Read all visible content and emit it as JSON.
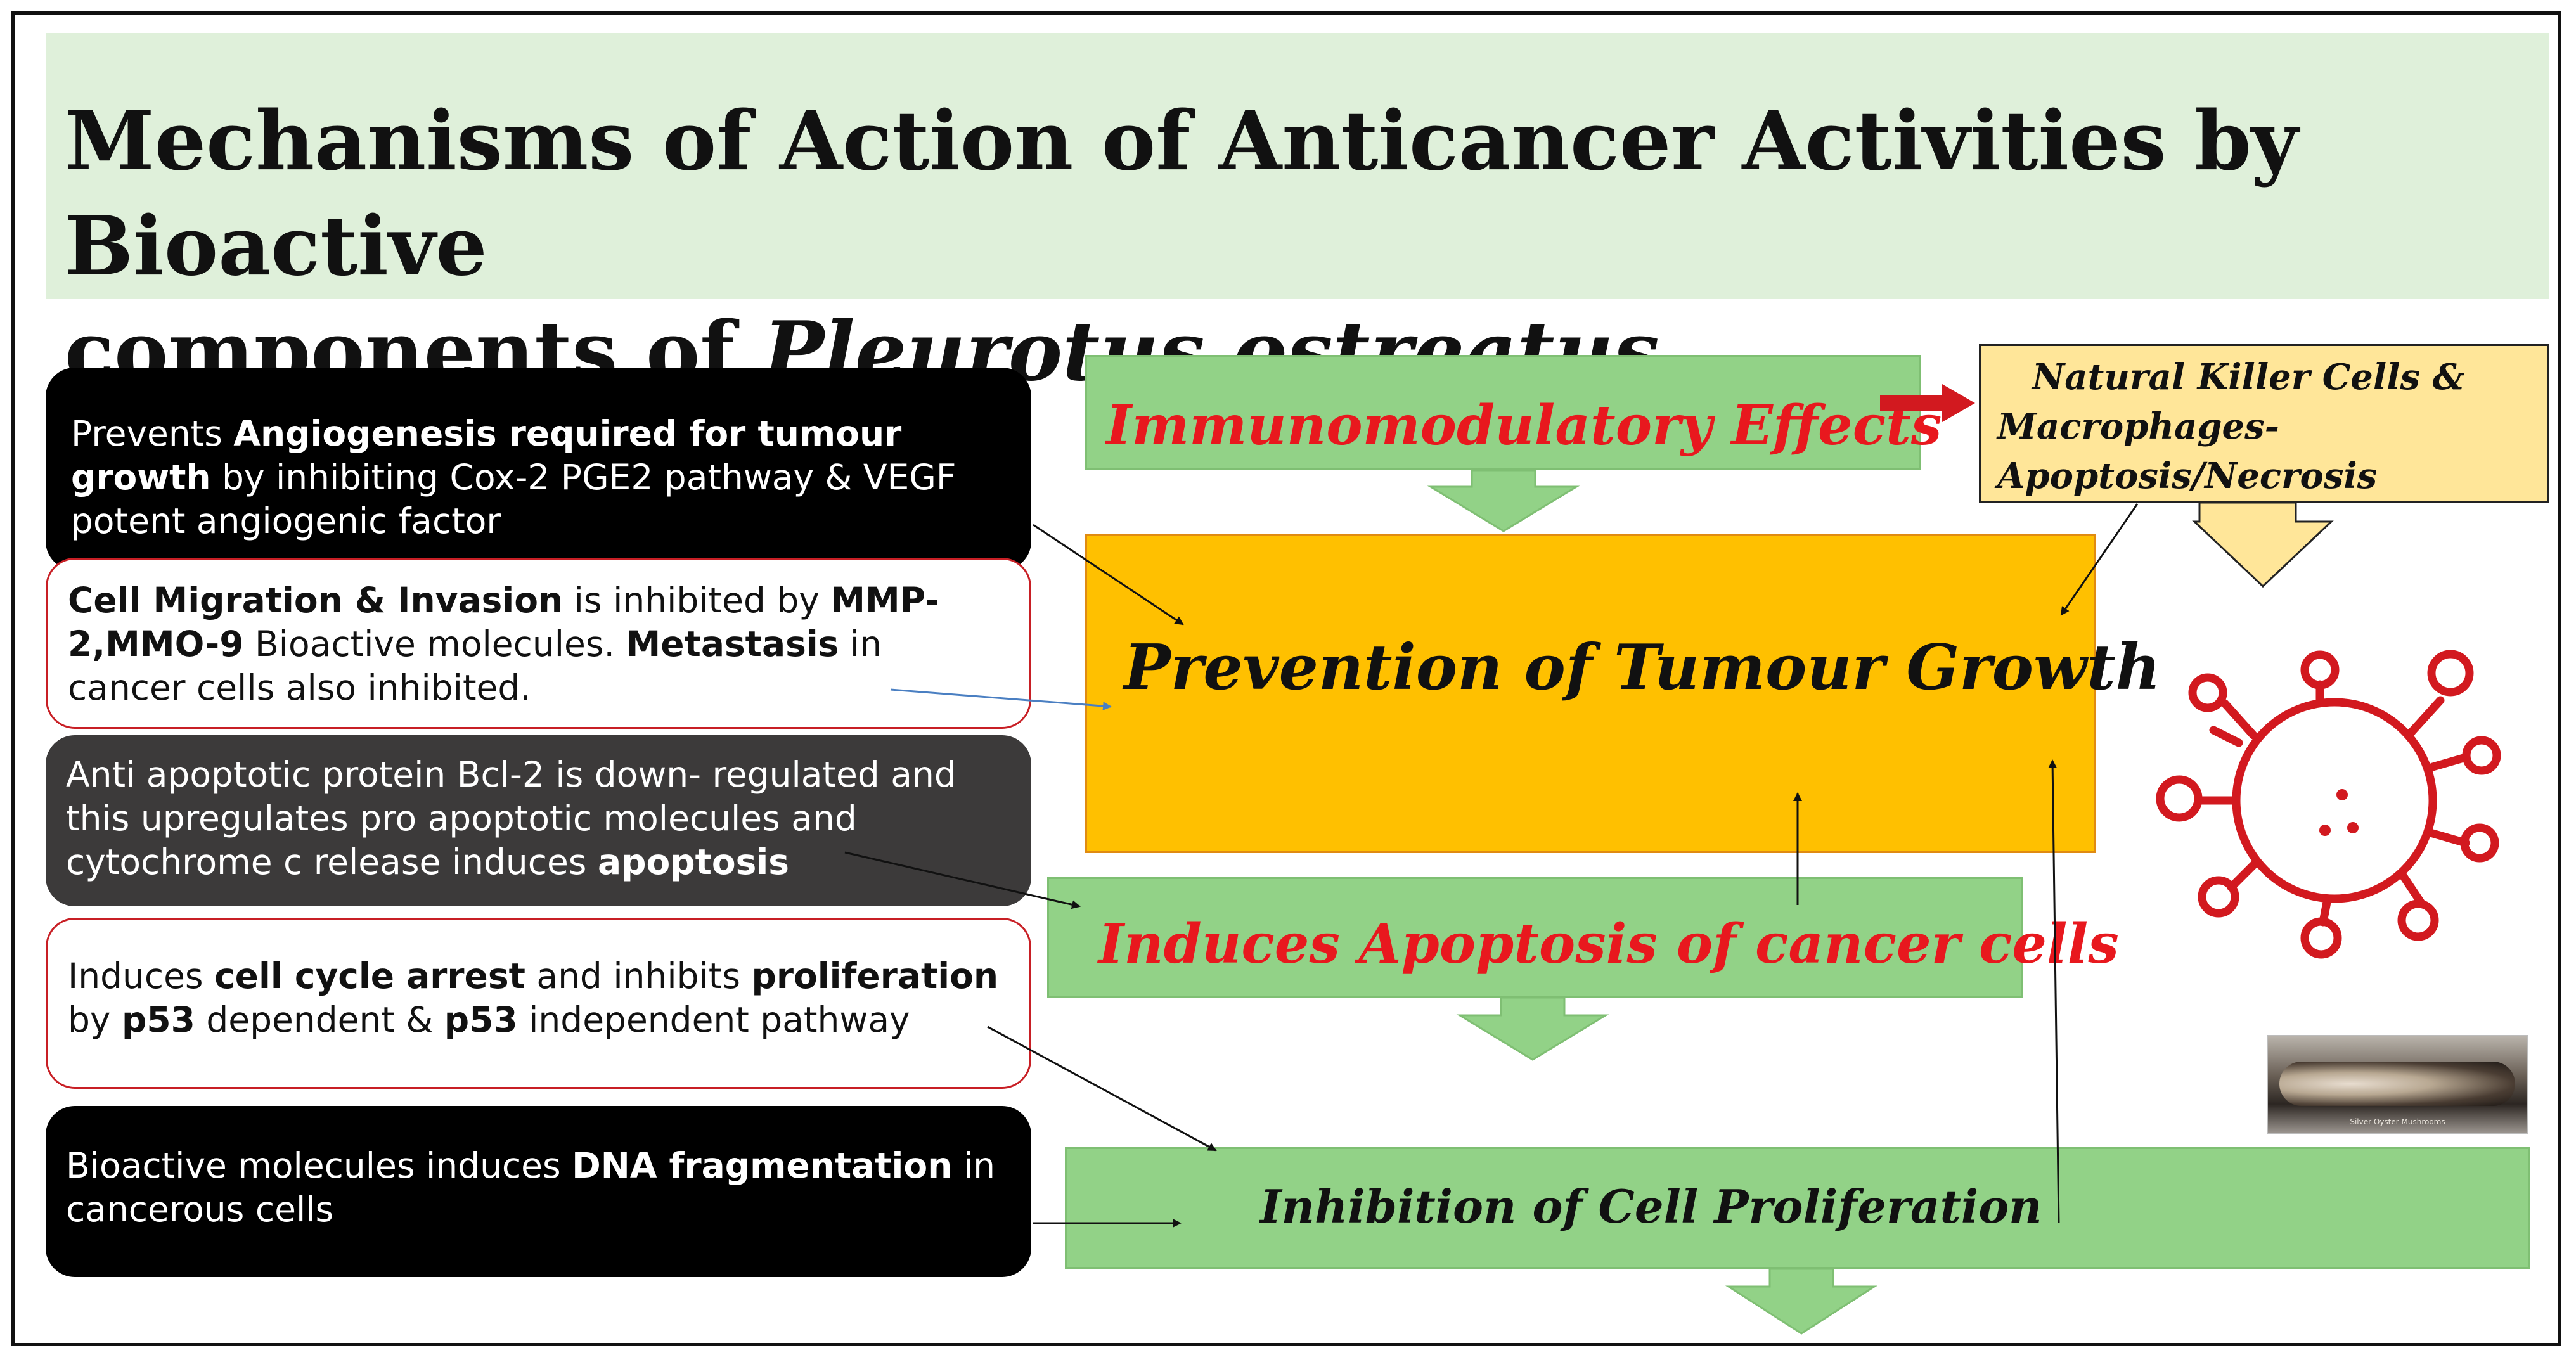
{
  "title": {
    "line1": "Mechanisms of Action of Anticancer Activities by Bioactive",
    "line2_prefix": "components of ",
    "line2_italic": "Pleurotus ostreatus"
  },
  "boxes": {
    "angiogenesis": {
      "t1": "Prevents ",
      "b1": "Angiogenesis required for tumour growth",
      "t2": " by inhibiting Cox-2 PGE2 pathway & VEGF potent angiogenic factor"
    },
    "migration": {
      "b1": "Cell Migration & Invasion",
      "t1": " is inhibited by ",
      "b2": "MMP-2,MMO-9",
      "t2": " Bioactive molecules. ",
      "b3": "Metastasis",
      "t3": " in cancer cells also inhibited."
    },
    "apoptosis_protein": {
      "t1": "Anti apoptotic protein Bcl-2 is down- regulated and this upregulates pro apoptotic molecules and cytochrome c release induces ",
      "b1": "apoptosis"
    },
    "cell_cycle": {
      "t1": "Induces ",
      "b1": "cell cycle arrest",
      "t2": " and inhibits ",
      "b2": "proliferation",
      "t3": " by ",
      "b3": "p53",
      "t4": " dependent & ",
      "b4": "p53",
      "t5": " independent pathway"
    },
    "dna": {
      "t1": "Bioactive molecules induces ",
      "b1": "DNA fragmentation",
      "t2": " in cancerous cells"
    }
  },
  "flow": {
    "immunomodulatory": "Immunomodulatory Effects",
    "center": "Prevention of Tumour Growth",
    "induces_apoptosis": "Induces Apoptosis of cancer cells",
    "inhibition": "Inhibition of Cell Proliferation",
    "nk_line1": "Natural Killer Cells &",
    "nk_line2": "Macrophages-",
    "nk_line3": "Apoptosis/Necrosis"
  },
  "photo": {
    "caption": "Silver Oyster Mushrooms"
  },
  "colors": {
    "title_bg": "#dff0da",
    "green_box": "#92d287",
    "center_box": "#ffc000",
    "nk_box": "#ffe699",
    "red_text": "#e8181e",
    "virus_red": "#d2191f"
  },
  "icons": {
    "virus": "virus-icon",
    "photo": "oyster-mushroom-photo"
  }
}
